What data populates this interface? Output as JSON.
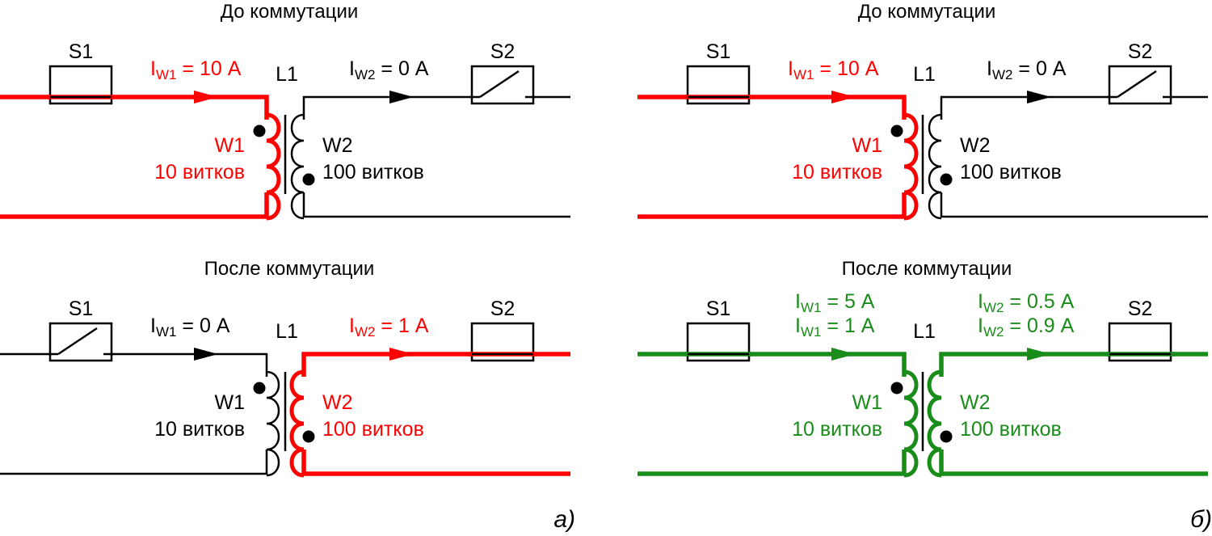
{
  "colors": {
    "red": "#ff0000",
    "black": "#000000",
    "green": "#1a8c1a"
  },
  "panels": [
    {
      "letter": "а)",
      "circuits": [
        {
          "title": "До коммутации",
          "s1": {
            "label": "S1",
            "state": "fuse"
          },
          "s2": {
            "label": "S2",
            "state": "switch"
          },
          "l1": "L1",
          "primary_color": "red",
          "secondary_color": "black",
          "w1": {
            "name": "W1",
            "turns": "10 витков"
          },
          "w2": {
            "name": "W2",
            "turns": "100 витков"
          },
          "w1_text_color": "red",
          "w2_text_color": "black",
          "i1_lines": [
            {
              "base": "I",
              "sub": "W1",
              "rest": " = 10 А"
            }
          ],
          "i2_lines": [
            {
              "base": "I",
              "sub": "W2",
              "rest": " = 0 А"
            }
          ],
          "i1_color": "red",
          "i2_color": "black"
        },
        {
          "title": "После коммутации",
          "s1": {
            "label": "S1",
            "state": "switch"
          },
          "s2": {
            "label": "S2",
            "state": "fuse"
          },
          "l1": "L1",
          "primary_color": "black",
          "secondary_color": "red",
          "w1": {
            "name": "W1",
            "turns": "10 витков"
          },
          "w2": {
            "name": "W2",
            "turns": "100 витков"
          },
          "w1_text_color": "black",
          "w2_text_color": "red",
          "i1_lines": [
            {
              "base": "I",
              "sub": "W1",
              "rest": " = 0 А"
            }
          ],
          "i2_lines": [
            {
              "base": "I",
              "sub": "W2",
              "rest": " = 1 А"
            }
          ],
          "i1_color": "black",
          "i2_color": "red"
        }
      ]
    },
    {
      "letter": "б)",
      "circuits": [
        {
          "title": "До коммутации",
          "s1": {
            "label": "S1",
            "state": "fuse"
          },
          "s2": {
            "label": "S2",
            "state": "switch"
          },
          "l1": "L1",
          "primary_color": "red",
          "secondary_color": "black",
          "w1": {
            "name": "W1",
            "turns": "10 витков"
          },
          "w2": {
            "name": "W2",
            "turns": "100 витков"
          },
          "w1_text_color": "red",
          "w2_text_color": "black",
          "i1_lines": [
            {
              "base": "I",
              "sub": "W1",
              "rest": " = 10 А"
            }
          ],
          "i2_lines": [
            {
              "base": "I",
              "sub": "W2",
              "rest": " = 0 А"
            }
          ],
          "i1_color": "red",
          "i2_color": "black"
        },
        {
          "title": "После коммутации",
          "s1": {
            "label": "S1",
            "state": "fuse"
          },
          "s2": {
            "label": "S2",
            "state": "fuse"
          },
          "l1": "L1",
          "primary_color": "green",
          "secondary_color": "green",
          "w1": {
            "name": "W1",
            "turns": "10 витков"
          },
          "w2": {
            "name": "W2",
            "turns": "100 витков"
          },
          "w1_text_color": "green",
          "w2_text_color": "green",
          "i1_lines": [
            {
              "base": "I",
              "sub": "W1",
              "rest": " = 5 А"
            },
            {
              "base": "I",
              "sub": "W1",
              "rest": " = 1 А"
            }
          ],
          "i2_lines": [
            {
              "base": "I",
              "sub": "W2",
              "rest": " = 0.5 А"
            },
            {
              "base": "I",
              "sub": "W2",
              "rest": " = 0.9 А"
            }
          ],
          "i1_color": "green",
          "i2_color": "green"
        }
      ]
    }
  ]
}
